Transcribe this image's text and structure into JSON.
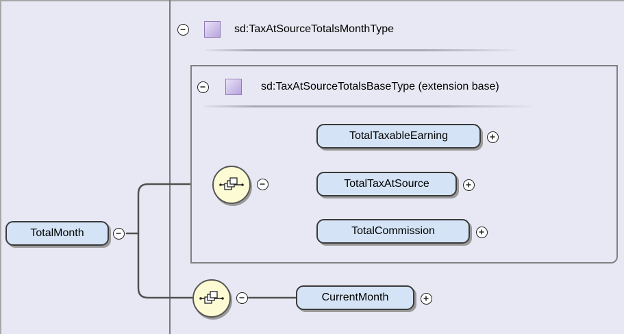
{
  "outer_type": {
    "name": "sd:TaxAtSourceTotalsMonthType",
    "icon": "complex-type-icon",
    "toggle": "collapse-icon"
  },
  "base_type": {
    "name": "sd:TaxAtSourceTotalsBaseType (extension base)",
    "icon": "complex-type-icon",
    "toggle": "collapse-icon"
  },
  "root_element": {
    "label": "TotalMonth",
    "toggle": "collapse-icon"
  },
  "base_sequence": {
    "icon": "sequence-compositor-icon",
    "toggle": "collapse-icon",
    "elements": [
      {
        "label": "TotalTaxableEarning",
        "toggle": "expand-icon"
      },
      {
        "label": "TotalTaxAtSource",
        "toggle": "expand-icon"
      },
      {
        "label": "TotalCommission",
        "toggle": "expand-icon"
      }
    ]
  },
  "extension_sequence": {
    "icon": "sequence-compositor-icon",
    "toggle": "collapse-icon",
    "elements": [
      {
        "label": "CurrentMonth",
        "toggle": "expand-icon"
      }
    ]
  },
  "colors": {
    "type_background": "#e8e8f4",
    "element_fill": "#d4e3f5",
    "compositor_fill": "#fdfbd3",
    "connector": "#505050",
    "border": "#808080"
  }
}
